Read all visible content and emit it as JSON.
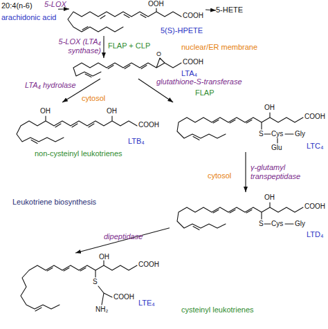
{
  "diagram": {
    "title": "Leukotriene biosynthesis",
    "nodes": [
      {
        "text": [
          "20:4(n-6)",
          "arachidonic acid"
        ]
      },
      {
        "text": [
          "5(S)-HPETE"
        ]
      },
      {
        "text": [
          "5-HETE"
        ]
      },
      {
        "text": [
          "LTA₄"
        ]
      },
      {
        "text": [
          "LTB₄"
        ]
      },
      {
        "text": [
          "LTC₄"
        ]
      },
      {
        "text": [
          "LTD₄"
        ]
      },
      {
        "text": [
          "LTE₄"
        ]
      }
    ],
    "edges": [
      {
        "from": 0,
        "to": 1,
        "arrow": "to",
        "label": "5-LOX"
      },
      {
        "from": 1,
        "to": 2,
        "arrow": "to"
      },
      {
        "from": 1,
        "to": 3,
        "arrow": "to",
        "label": "5-LOX (LTA₄ synthase)"
      },
      {
        "from": 3,
        "to": 4,
        "arrow": "to",
        "label": "LTA₄ hydrolase"
      },
      {
        "from": 3,
        "to": 5,
        "arrow": "to",
        "label": "glutathione-S-transferase"
      },
      {
        "from": 5,
        "to": 6,
        "arrow": "to",
        "label": "γ-glutamyl transpeptidase"
      },
      {
        "from": 6,
        "to": 7,
        "arrow": "to",
        "label": "dipeptidase"
      }
    ],
    "labels": [
      "FLAP + CLP",
      "nuclear/ER membrane",
      "cytosol",
      "FLAP",
      "non-cysteinyl leukotrienes",
      "cytosol",
      "cysteinyl leukotrienes",
      "OOH",
      "COOH",
      "COOH",
      "O",
      "OH",
      "OH",
      "COOH",
      "OH",
      "COOH",
      "S",
      "Cys",
      "Gly",
      "Glu",
      "OH",
      "COOH",
      "S",
      "Cys",
      "Gly",
      "OH",
      "COOH",
      "S",
      "COOH",
      "NH₂"
    ]
  }
}
